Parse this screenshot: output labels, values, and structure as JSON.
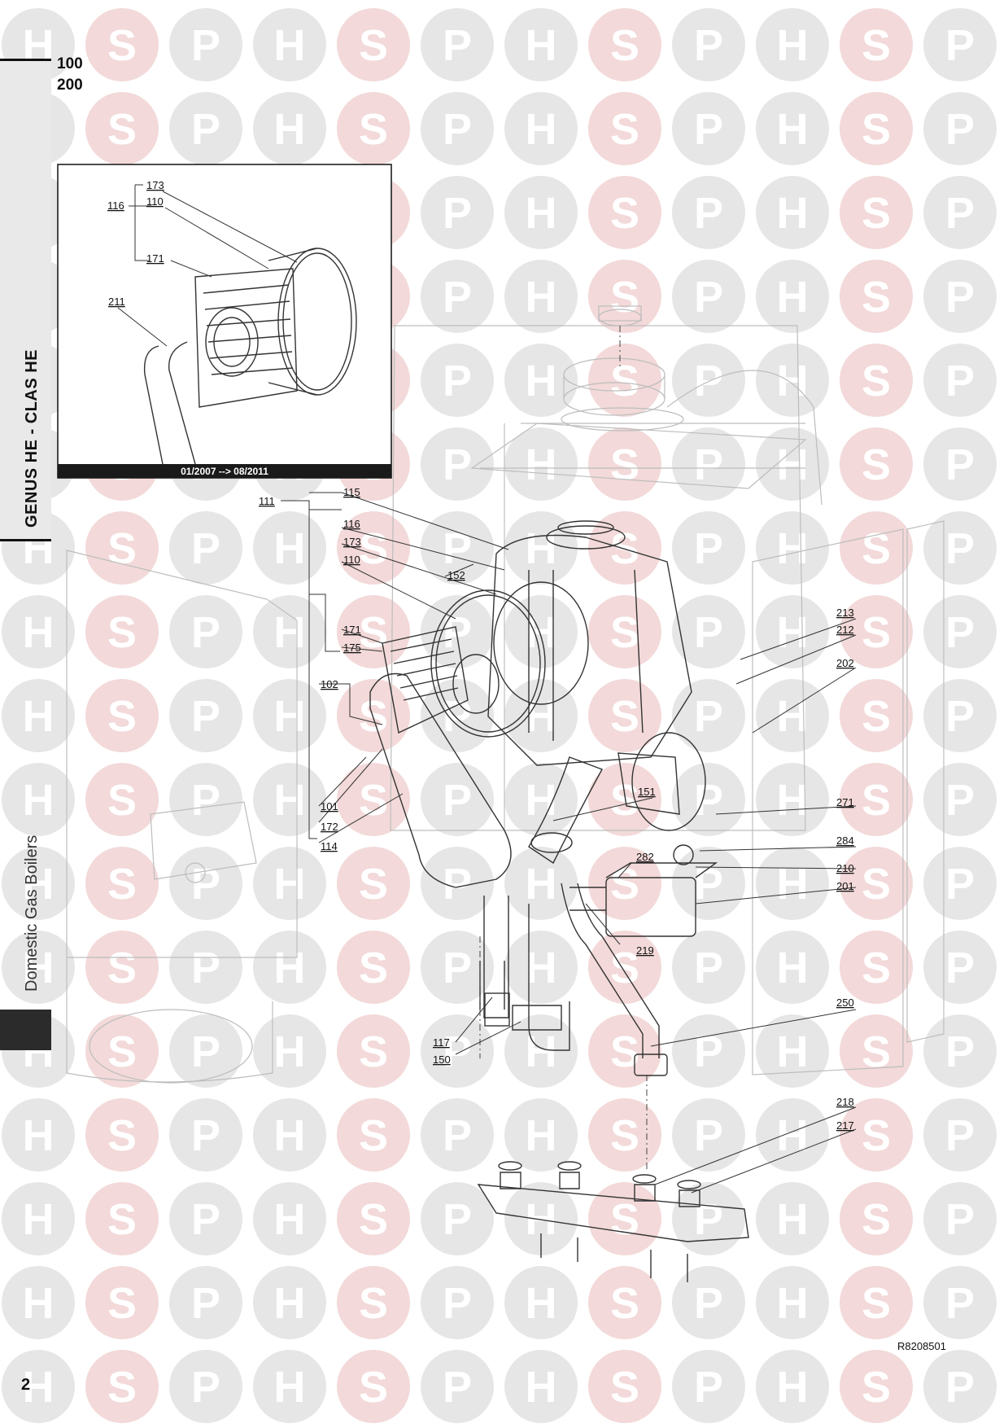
{
  "header": {
    "model_codes": [
      "100",
      "200"
    ]
  },
  "sidebar": {
    "series_title": "GENUS HE - CLAS HE",
    "category": "Domestic Gas Boilers"
  },
  "watermark": {
    "letters": [
      "H",
      "S",
      "P"
    ],
    "color": "#e6e6e6",
    "accent": "#f3d9d9"
  },
  "inset": {
    "caption": "01/2007 --> 08/2011",
    "callouts": [
      "116",
      "173",
      "110",
      "171",
      "211"
    ]
  },
  "callouts": {
    "c111": "111",
    "c115": "115",
    "c116": "116",
    "c173": "173",
    "c110": "110",
    "c152": "152",
    "c171": "171",
    "c175": "175",
    "c102": "102",
    "c101": "101",
    "c172": "172",
    "c114": "114",
    "c151": "151",
    "c213": "213",
    "c212": "212",
    "c202": "202",
    "c271": "271",
    "c284": "284",
    "c282": "282",
    "c210": "210",
    "c201": "201",
    "c219": "219",
    "c250": "250",
    "c117": "117",
    "c150": "150",
    "c218": "218",
    "c217": "217"
  },
  "footer": {
    "page_number": "2",
    "reference": "R8208501"
  }
}
